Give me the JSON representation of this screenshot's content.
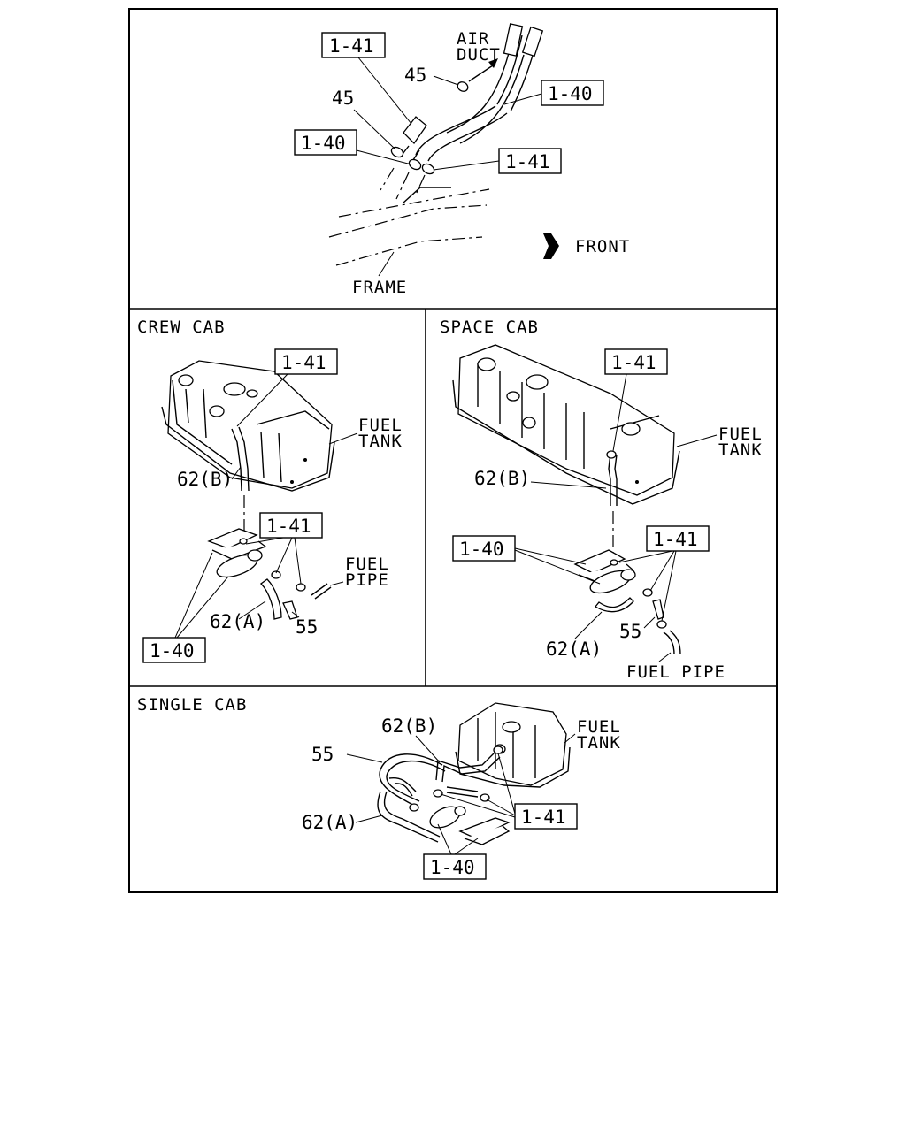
{
  "top": {
    "air_duct": [
      "AIR",
      "DUCT"
    ],
    "front": "FRONT",
    "frame": "FRAME",
    "callouts": {
      "c141a": "1-41",
      "c140a": "1-40",
      "c140b": "1-40",
      "c141b": "1-41",
      "n45a": "45",
      "n45b": "45"
    }
  },
  "crew": {
    "title": "CREW CAB",
    "fuel_tank": [
      "FUEL",
      "TANK"
    ],
    "fuel_pipe": [
      "FUEL",
      "PIPE"
    ],
    "c141a": "1-41",
    "c141b": "1-41",
    "c140": "1-40",
    "n62b": "62(B)",
    "n62a": "62(A)",
    "n55": "55"
  },
  "space": {
    "title": "SPACE CAB",
    "fuel_tank": [
      "FUEL",
      "TANK"
    ],
    "fuel_pipe": "FUEL PIPE",
    "c141a": "1-41",
    "c141b": "1-41",
    "c140": "1-40",
    "n62b": "62(B)",
    "n62a": "62(A)",
    "n55": "55"
  },
  "single": {
    "title": "SINGLE CAB",
    "fuel_tank": [
      "FUEL",
      "TANK"
    ],
    "c141": "1-41",
    "c140": "1-40",
    "n62b": "62(B)",
    "n62a": "62(A)",
    "n55": "55"
  }
}
